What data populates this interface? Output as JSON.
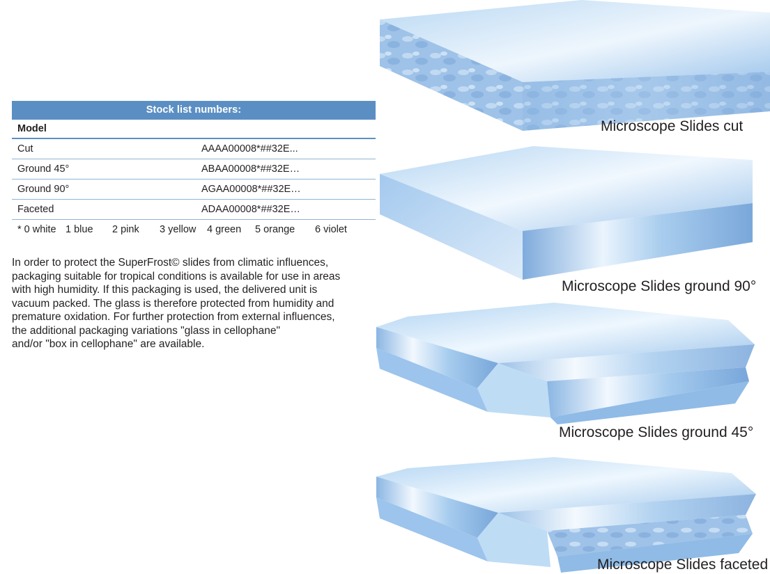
{
  "stock_table": {
    "title": "Stock list numbers:",
    "model_header": "Model",
    "rows": [
      {
        "model": "Cut",
        "number": "AAAA00008*##32E..."
      },
      {
        "model": "Ground 45°",
        "number": "ABAA00008*##32E…"
      },
      {
        "model": "Ground 90°",
        "number": "AGAA00008*##32E…"
      },
      {
        "model": "Faceted",
        "number": "ADAA00008*##32E…"
      }
    ],
    "colour_codes": [
      "* 0 white",
      "1 blue",
      "2 pink",
      "3 yellow",
      "4 green",
      "5 orange",
      "6 violet"
    ]
  },
  "description": {
    "lines": [
      "In order to protect the SuperFrost© slides from climatic influences,",
      "packaging suitable for tropical conditions is available for use in areas",
      "with high humidity. If this packaging is used, the delivered unit is",
      "vacuum packed. The glass is therefore protected from humidity and",
      "premature oxidation. For further protection from external influences,",
      "the additional packaging variations \"glass in cellophane\"",
      "and/or \"box in cellophane\" are available."
    ]
  },
  "slides": [
    {
      "caption": "Microscope Slides cut",
      "icon": "slide-cut-illustration"
    },
    {
      "caption": "Microscope Slides ground 90°",
      "icon": "slide-ground-90-illustration"
    },
    {
      "caption": "Microscope Slides ground 45°",
      "icon": "slide-ground-45-illustration"
    },
    {
      "caption": "Microscope Slides faceted",
      "icon": "slide-faceted-illustration"
    }
  ],
  "colors": {
    "header_blue": "#5b8fc4",
    "glass_light": "#eaf4fd",
    "glass_mid": "#a9cdee",
    "glass_dark": "#6e9fd6"
  }
}
